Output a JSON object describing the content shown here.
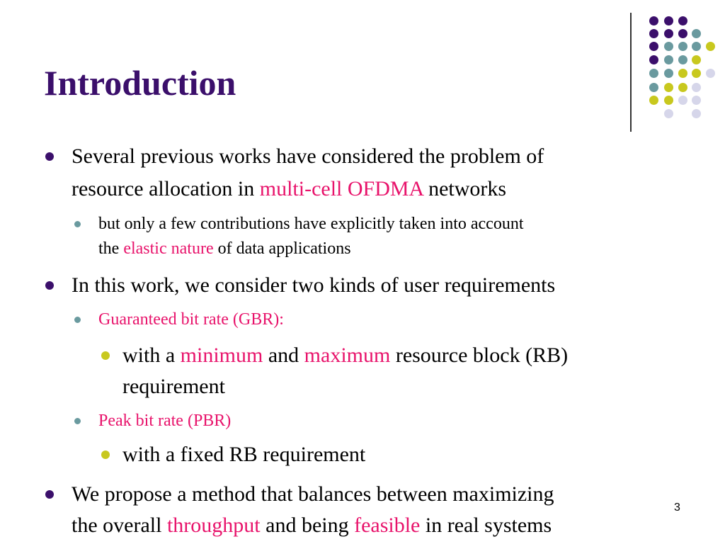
{
  "title": "Introduction",
  "colors": {
    "title": "#3b0f6b",
    "highlight": "#e8136b",
    "bullet_level1": "#3b0f6b",
    "bullet_level2": "#6a9a9f",
    "bullet_level3": "#c8c81e"
  },
  "decoration": {
    "dot_colors": {
      "purple": "#3b0f6b",
      "teal": "#6a9a9f",
      "yellow": "#c8c81e",
      "lavender": "#d6d6ea"
    }
  },
  "bullets": [
    {
      "level": 1,
      "lines": [
        [
          {
            "text": "Several previous works have considered the problem of"
          }
        ],
        [
          {
            "text": "resource allocation in "
          },
          {
            "text": "multi-cell OFDMA",
            "hl": true
          },
          {
            "text": " networks"
          }
        ]
      ]
    },
    {
      "level": 2,
      "lines": [
        [
          {
            "text": "but only a few contributions have explicitly taken into account"
          }
        ],
        [
          {
            "text": "the "
          },
          {
            "text": "elastic nature",
            "hl": true
          },
          {
            "text": " of data applications"
          }
        ]
      ]
    },
    {
      "level": 1,
      "lines": [
        [
          {
            "text": "In this work, we consider two kinds of user requirements"
          }
        ]
      ]
    },
    {
      "level": 2,
      "lines": [
        [
          {
            "text": "Guaranteed bit rate (GBR):",
            "hl": true
          }
        ]
      ]
    },
    {
      "level": 3,
      "lines": [
        [
          {
            "text": "with a "
          },
          {
            "text": "minimum",
            "hl": true
          },
          {
            "text": " and "
          },
          {
            "text": "maximum",
            "hl": true
          },
          {
            "text": " resource block (RB)"
          }
        ],
        [
          {
            "text": "requirement"
          }
        ]
      ]
    },
    {
      "level": 2,
      "lines": [
        [
          {
            "text": "Peak bit rate (PBR)",
            "hl": true
          }
        ]
      ]
    },
    {
      "level": 3,
      "lines": [
        [
          {
            "text": "with a fixed RB requirement"
          }
        ]
      ]
    },
    {
      "level": 1,
      "lines": [
        [
          {
            "text": "We propose a method that balances between maximizing"
          }
        ],
        [
          {
            "text": "the overall "
          },
          {
            "text": "throughput",
            "hl": true
          },
          {
            "text": " and being "
          },
          {
            "text": "feasible",
            "hl": true
          },
          {
            "text": " in real systems"
          }
        ]
      ]
    }
  ],
  "page_number": "3"
}
